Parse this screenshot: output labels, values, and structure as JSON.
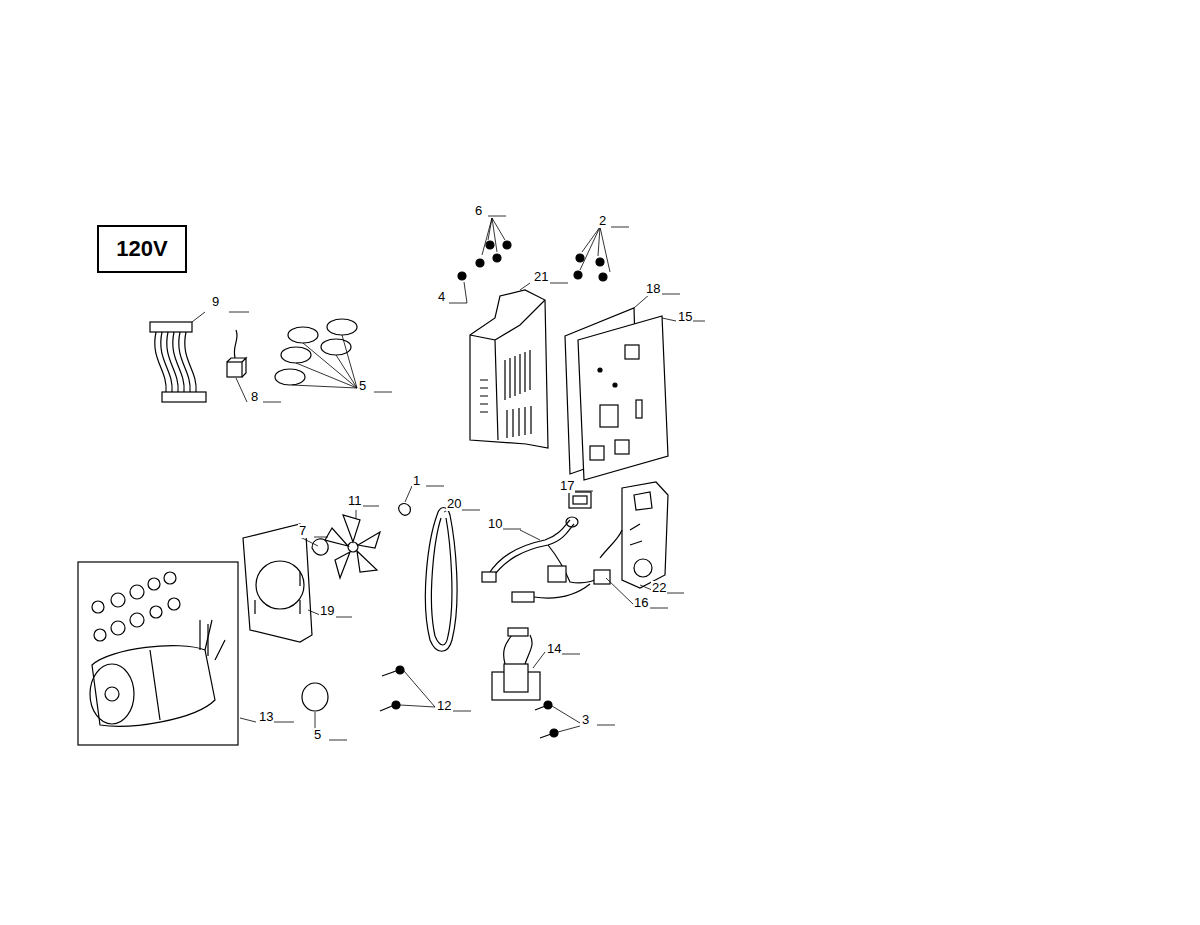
{
  "diagram": {
    "nodes": [
      {
        "text": [
          "120V"
        ]
      }
    ],
    "labels": [
      "6",
      "2",
      "4",
      "21",
      "18",
      "15",
      "9",
      "8",
      "5",
      "1",
      "11",
      "20",
      "17",
      "10",
      "7",
      "22",
      "19",
      "16",
      "14",
      "12",
      "3",
      "13",
      "5"
    ]
  }
}
